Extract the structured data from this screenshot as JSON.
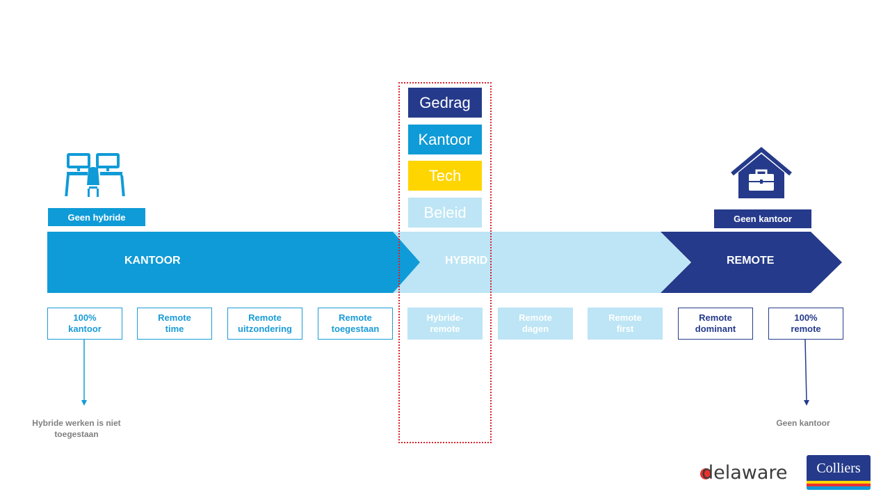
{
  "labels": {
    "geen_hybride": "Geen hybride",
    "geen_kantoor": "Geen kantoor"
  },
  "arrows": {
    "kantoor": "KANTOOR",
    "hybrid": "HYBRID",
    "remote": "REMOTE"
  },
  "factors": [
    {
      "label": "Gedrag",
      "color": "#253a8a"
    },
    {
      "label": "Kantoor",
      "color": "#0f9bd7"
    },
    {
      "label": "Tech",
      "color": "#ffd500"
    },
    {
      "label": "Beleid",
      "color": "#bde5f5"
    }
  ],
  "stages": [
    {
      "label": "100%\nkantoor"
    },
    {
      "label": "Remote\ntime"
    },
    {
      "label": "Remote\nuitzondering"
    },
    {
      "label": "Remote\ntoegestaan"
    },
    {
      "label": "Hybride-\nremote"
    },
    {
      "label": "Remote\ndagen"
    },
    {
      "label": "Remote\nfirst"
    },
    {
      "label": "Remote\ndominant"
    },
    {
      "label": "100%\nremote"
    }
  ],
  "notes": {
    "left": "Hybride werken is niet\ntoegestaan",
    "right": "Geen kantoor"
  },
  "logos": {
    "delaware": "delaware",
    "colliers": "Colliers"
  },
  "colors": {
    "kantoor_blue": "#0f9bd7",
    "hybrid_light": "#bde5f5",
    "remote_navy": "#253a8a",
    "highlight_red": "#d9232e"
  }
}
